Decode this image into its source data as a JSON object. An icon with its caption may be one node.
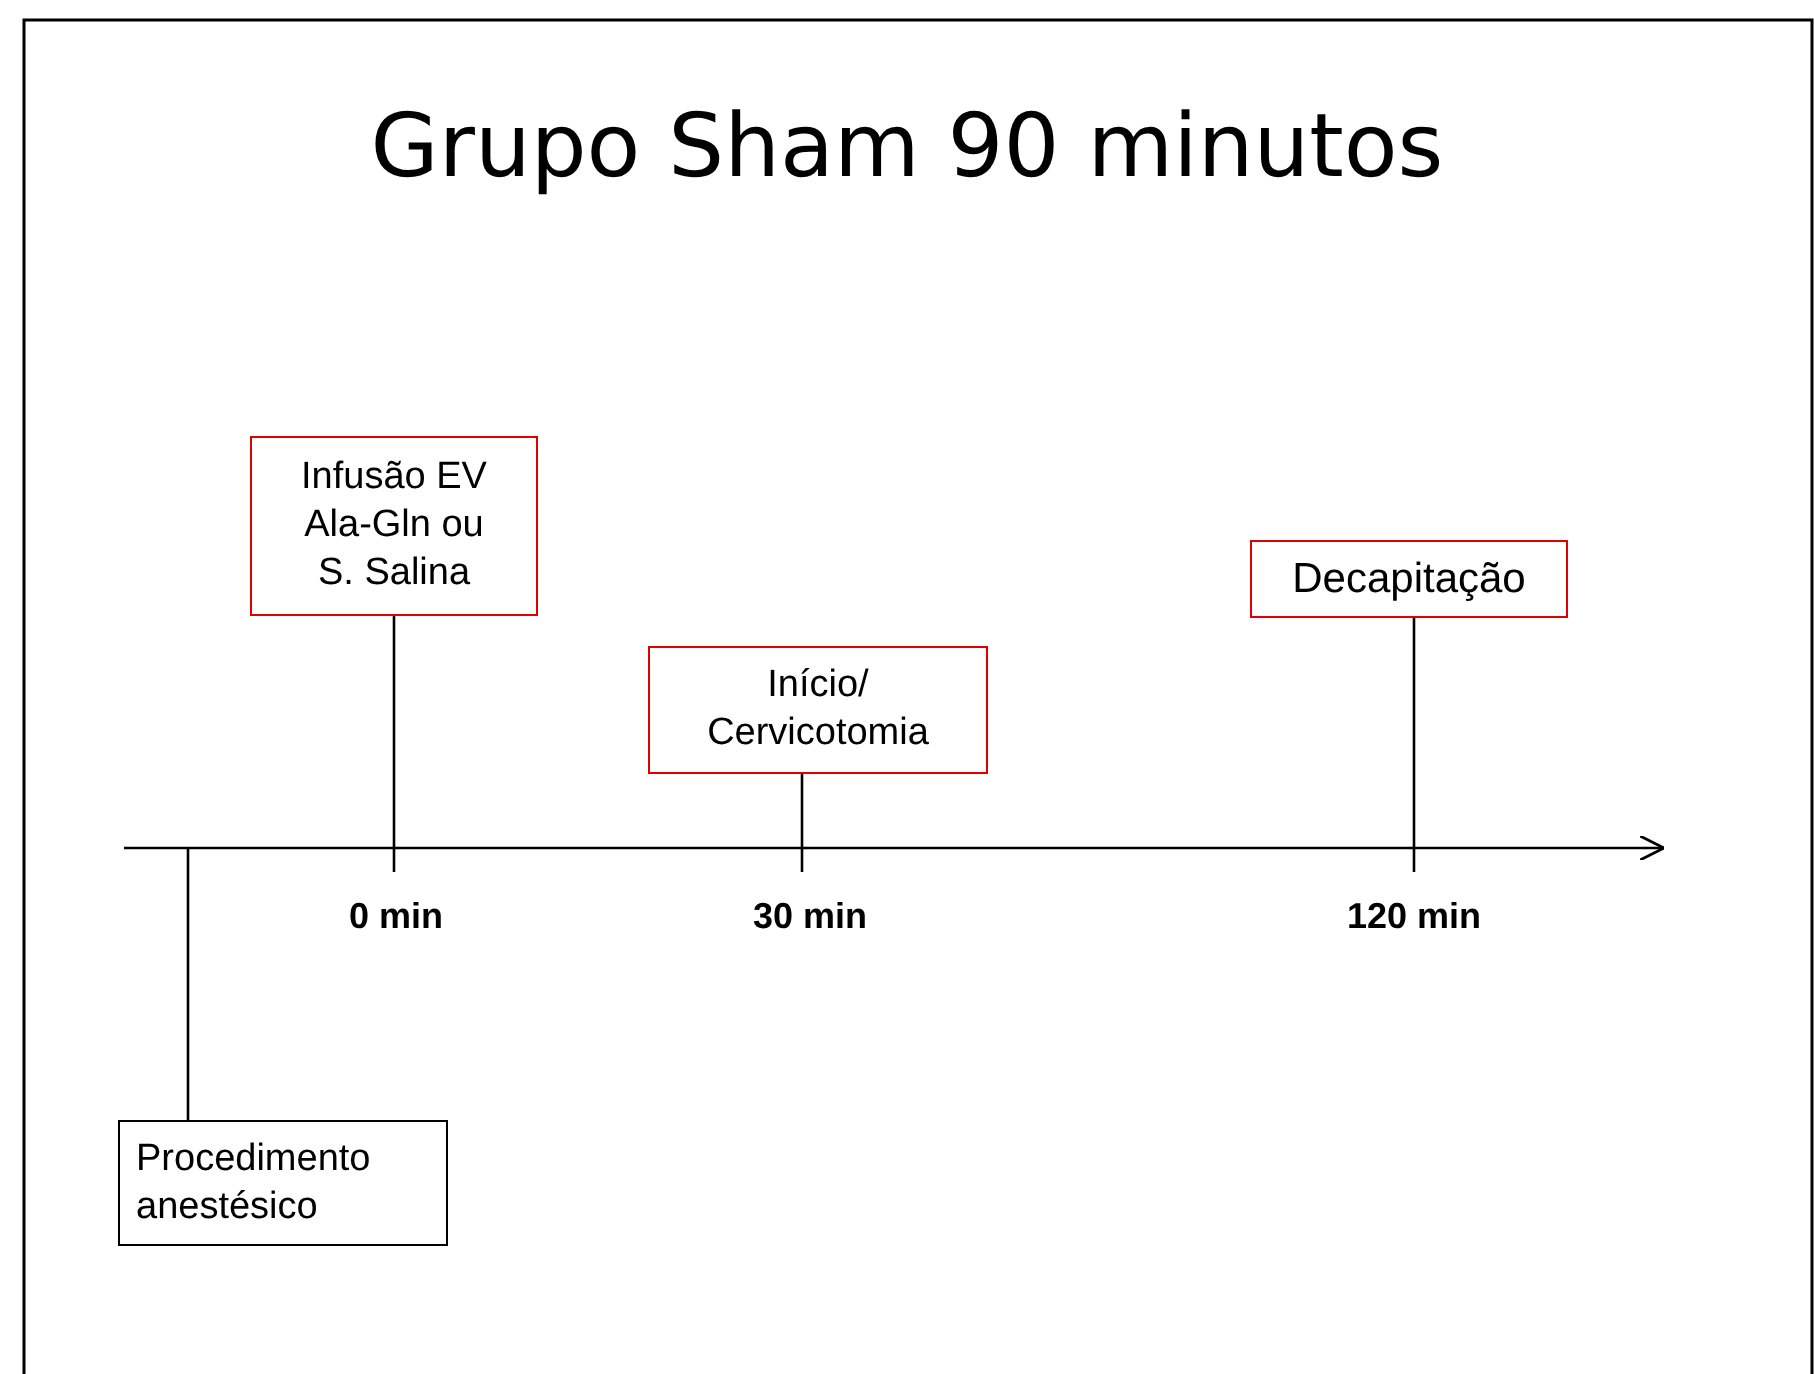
{
  "diagram": {
    "title": "Grupo Sham 90 minutos",
    "nodes": [
      {
        "text": [
          "Infusão EV Ala-Gln ou S. Salina"
        ]
      },
      {
        "text": [
          "Início/ Cervicotomia"
        ]
      },
      {
        "text": [
          "Decapitação"
        ]
      },
      {
        "text": [
          "Procedimento anestésico"
        ]
      }
    ],
    "edges": [
      {
        "from": 0,
        "to": null,
        "arrow": "none"
      },
      {
        "from": 1,
        "to": null,
        "arrow": "none"
      },
      {
        "from": 2,
        "to": null,
        "arrow": "none"
      },
      {
        "from": 3,
        "to": null,
        "arrow": "none"
      }
    ],
    "labels": [
      "0 min",
      "30 min",
      "120 min"
    ]
  }
}
